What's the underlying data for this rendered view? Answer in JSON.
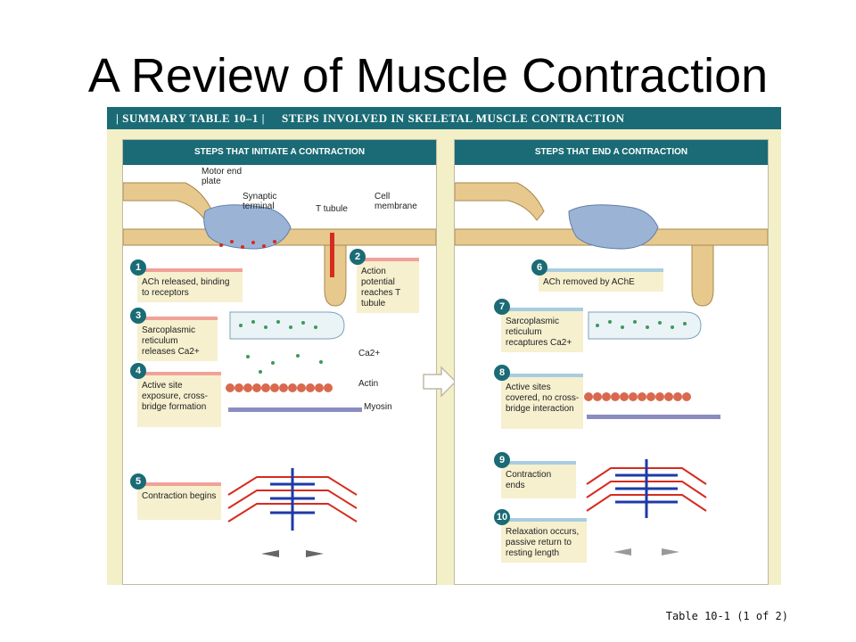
{
  "slide": {
    "title": "A Review of Muscle Contraction",
    "caption": "Table 10-1 (1 of 2)"
  },
  "figure": {
    "header_label": "| SUMMARY TABLE 10–1 |",
    "header_title": "STEPS INVOLVED IN SKELETAL MUSCLE CONTRACTION",
    "colors": {
      "teal": "#1a6b75",
      "cream": "#f3efc6",
      "step_box": "#f6f0cf",
      "initiate_bar": "#f2a199",
      "end_bar": "#a8cde0"
    },
    "left_panel": {
      "heading": "STEPS THAT INITIATE A CONTRACTION",
      "labels": {
        "motor_end_plate": "Motor end plate",
        "synaptic_terminal": "Synaptic terminal",
        "t_tubule": "T tubule",
        "cell_membrane": "Cell membrane",
        "ca": "Ca2+",
        "actin": "Actin",
        "myosin": "Myosin"
      },
      "steps": [
        {
          "num": "1",
          "text": "ACh released, binding to receptors"
        },
        {
          "num": "2",
          "text": "Action potential reaches T tubule"
        },
        {
          "num": "3",
          "text": "Sarcoplasmic reticulum releases Ca2+"
        },
        {
          "num": "4",
          "text": "Active site exposure, cross-bridge formation"
        },
        {
          "num": "5",
          "text": "Contraction begins"
        }
      ]
    },
    "right_panel": {
      "heading": "STEPS THAT END A CONTRACTION",
      "steps": [
        {
          "num": "6",
          "text": "ACh removed by AChE"
        },
        {
          "num": "7",
          "text": "Sarcoplasmic reticulum recaptures Ca2+"
        },
        {
          "num": "8",
          "text": "Active sites covered, no cross-bridge interaction"
        },
        {
          "num": "9",
          "text": "Contraction ends"
        },
        {
          "num": "10",
          "text": "Relaxation occurs, passive return to resting length"
        }
      ]
    }
  }
}
